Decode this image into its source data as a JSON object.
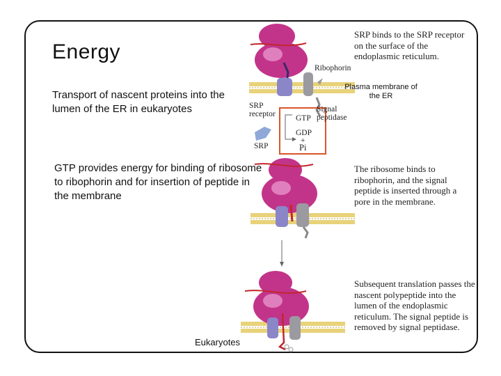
{
  "slide": {
    "title": "Energy",
    "paragraph1": "Transport of nascent proteins into the lumen of the ER in eukaryotes",
    "paragraph2": "GTP provides energy for binding of ribosome to ribophorin and for insertion of peptide in the membrane",
    "caption": "Eukaryotes"
  },
  "figure": {
    "step1_text": "SRP binds to the SRP receptor on the surface of the endoplasmic reticulum.",
    "step2_text": "The ribosome binds to ribophorin, and the signal peptide is inserted through a pore in the membrane.",
    "step3_text": "Subsequent translation passes the nascent polypeptide into the lumen of the endoplasmic reticulum. The signal peptide is removed by signal peptidase.",
    "labels": {
      "ribophorin": "Ribophorin",
      "srp_receptor": "SRP receptor",
      "signal_peptidase": "Signal peptidase",
      "gtp": "GTP",
      "gdp": "GDP",
      "plus": "+",
      "pi": "Pi",
      "srp": "SRP"
    },
    "annotation": "Plasma membrane of the ER"
  },
  "colors": {
    "ribosome": "#c2348a",
    "ribosome_light": "#e07fbd",
    "membrane": "#e8d27a",
    "ribophorin": "#9a9aa0",
    "receptor": "#8a86c8",
    "highlight_box": "#d9552a",
    "peptide": "#c1272d"
  }
}
